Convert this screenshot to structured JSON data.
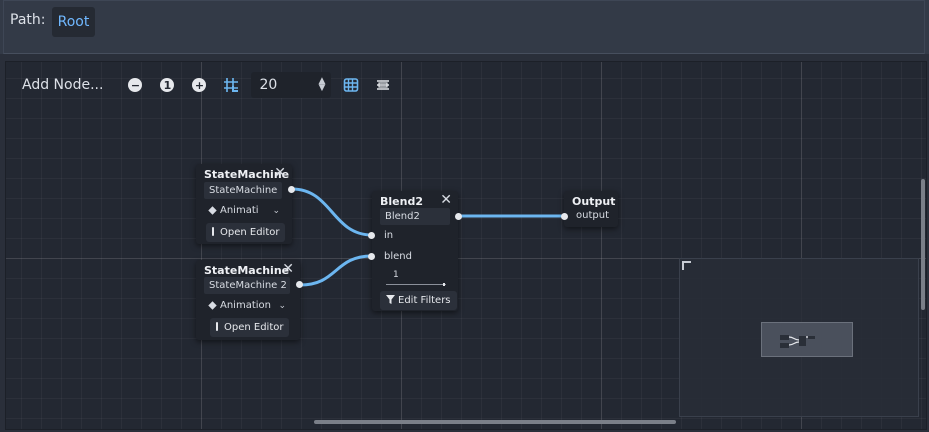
{
  "header": {
    "path_label": "Path:",
    "path_root": "Root"
  },
  "toolbar": {
    "add_node": "Add Node...",
    "zoom_out_icon": "zoom-out-icon",
    "zoom_reset_label": "1",
    "zoom_in_icon": "zoom-in-icon",
    "snap_icon": "snap-grid-icon",
    "snap_value": "20",
    "grid_icon": "grid-icon",
    "minimap_icon": "minimap-toggle-icon"
  },
  "nodes": {
    "sm1": {
      "title": "StateMachine",
      "name": "StateMachine",
      "anim": "Animati",
      "open_editor": "Open Editor"
    },
    "sm2": {
      "title": "StateMachine",
      "name": "StateMachine 2",
      "anim": "Animation",
      "open_editor": "Open Editor"
    },
    "blend2": {
      "title": "Blend2",
      "name": "Blend2",
      "port_in": "in",
      "port_blend": "blend",
      "slider_value": "1",
      "edit_filters": "Edit Filters"
    },
    "output": {
      "title": "Output",
      "port_output": "output"
    }
  },
  "colors": {
    "accent": "#70b8ff",
    "connection": "#6cb6f0",
    "graph_bg": "#232832"
  }
}
